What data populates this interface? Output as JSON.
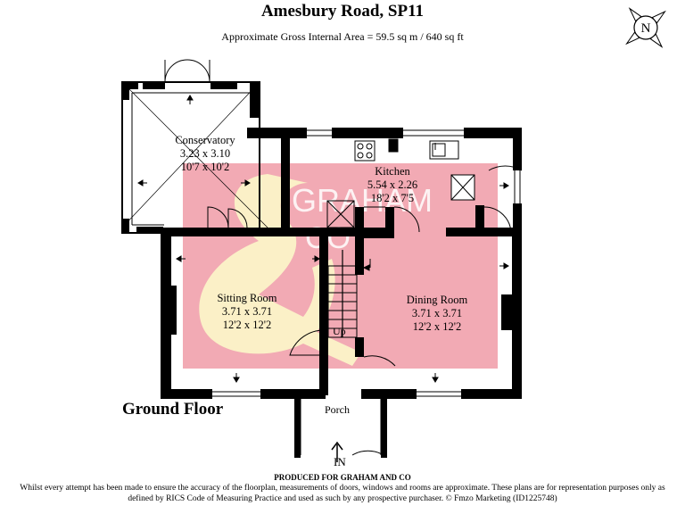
{
  "header": {
    "title": "Amesbury Road, SP11",
    "area": "Approximate Gross Internal Area = 59.5 sq m / 640 sq ft"
  },
  "compass": {
    "letter": "N",
    "icon": "compass-icon"
  },
  "rooms": {
    "conservatory": {
      "name": "Conservatory",
      "metric": "3.23 x 3.10",
      "imperial": "10'7 x 10'2"
    },
    "kitchen": {
      "name": "Kitchen",
      "metric": "5.54 x 2.26",
      "imperial": "18'2 x 7'5"
    },
    "sitting_room": {
      "name": "Sitting Room",
      "metric": "3.71 x 3.71",
      "imperial": "12'2 x 12'2"
    },
    "dining_room": {
      "name": "Dining Room",
      "metric": "3.71 x 3.71",
      "imperial": "12'2 x 12'2"
    },
    "porch": {
      "name": "Porch"
    }
  },
  "labels": {
    "stairs": "Up",
    "entrance": "IN",
    "floor": "Ground Floor"
  },
  "watermark": {
    "brand_top": "GRAHAM",
    "brand_bottom": "CO",
    "color_pink": "#f2aab4",
    "color_cream": "#fbf3c8"
  },
  "footer": {
    "produced": "PRODUCED FOR GRAHAM AND CO",
    "disclaimer": "Whilst every attempt has been made to ensure the accuracy of the floorplan, measurements of doors, windows and rooms are approximate. These plans are for representation purposes only as defined by RICS Code of Measuring Practice and used as such by any prospective purchaser. © Fmzo Marketing (ID1225748)"
  },
  "colors": {
    "wall": "#000000",
    "watermark_pink": "#f2aab4",
    "watermark_cream": "#fbf3c8"
  }
}
